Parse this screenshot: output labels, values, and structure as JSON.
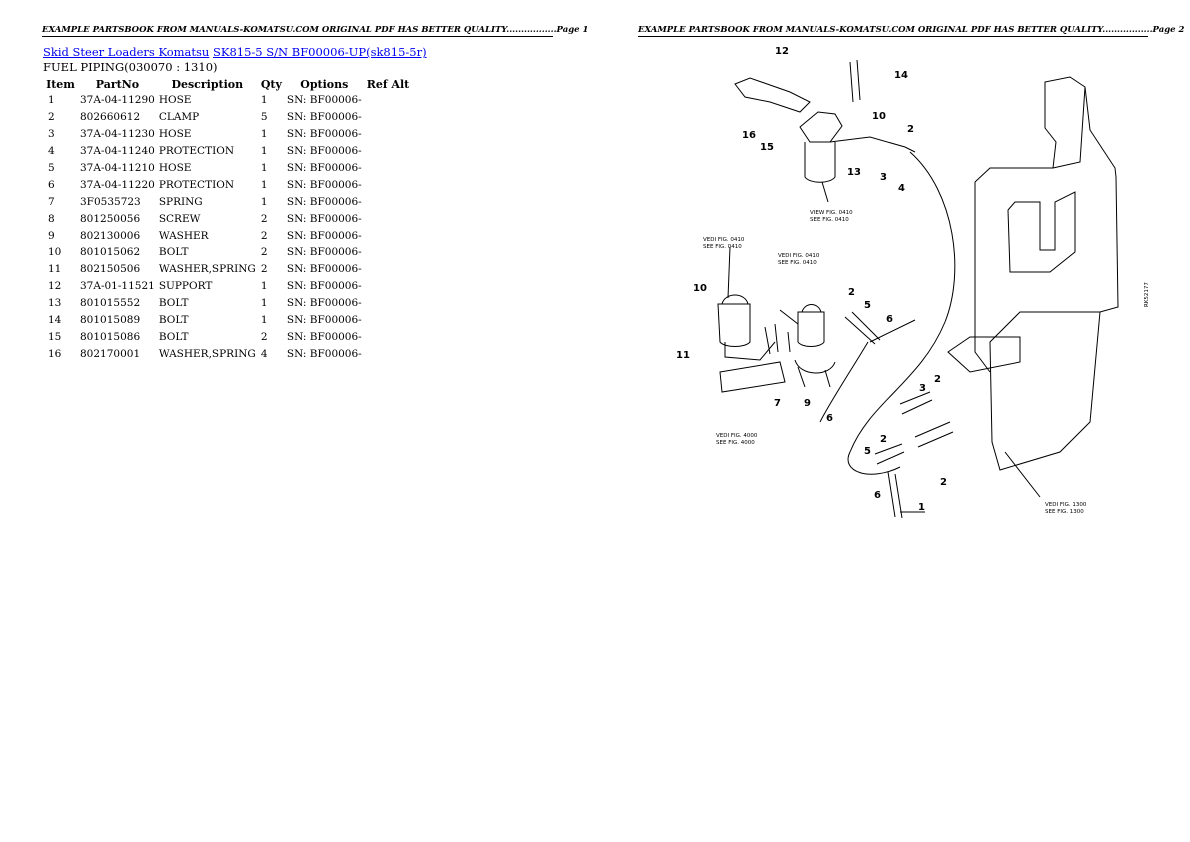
{
  "pages": {
    "page1_header": "EXAMPLE PARTSBOOK FROM MANUALS-KOMATSU.COM ORIGINAL PDF HAS BETTER QUALITY.................Page 1",
    "page2_header": "EXAMPLE PARTSBOOK FROM MANUALS-KOMATSU.COM ORIGINAL PDF HAS BETTER QUALITY.................Page 2"
  },
  "breadcrumb": {
    "link1": "Skid Steer Loaders Komatsu",
    "link2": "SK815-5 S/N BF00006-UP(sk815-5r)"
  },
  "section_title": "FUEL PIPING(030070 : 1310)",
  "table": {
    "headers": [
      "Item",
      "PartNo",
      "Description",
      "Qty",
      "Options",
      "Ref Alt"
    ],
    "rows": [
      {
        "item": "1",
        "part": "37A-04-11290",
        "desc": "HOSE",
        "qty": "1",
        "opt": "SN: BF00006-"
      },
      {
        "item": "2",
        "part": "802660612",
        "desc": "CLAMP",
        "qty": "5",
        "opt": "SN: BF00006-"
      },
      {
        "item": "3",
        "part": "37A-04-11230",
        "desc": "HOSE",
        "qty": "1",
        "opt": "SN: BF00006-"
      },
      {
        "item": "4",
        "part": "37A-04-11240",
        "desc": "PROTECTION",
        "qty": "1",
        "opt": "SN: BF00006-"
      },
      {
        "item": "5",
        "part": "37A-04-11210",
        "desc": "HOSE",
        "qty": "1",
        "opt": "SN: BF00006-"
      },
      {
        "item": "6",
        "part": "37A-04-11220",
        "desc": "PROTECTION",
        "qty": "1",
        "opt": "SN: BF00006-"
      },
      {
        "item": "7",
        "part": "3F0535723",
        "desc": "SPRING",
        "qty": "1",
        "opt": "SN: BF00006-"
      },
      {
        "item": "8",
        "part": "801250056",
        "desc": "SCREW",
        "qty": "2",
        "opt": "SN: BF00006-"
      },
      {
        "item": "9",
        "part": "802130006",
        "desc": "WASHER",
        "qty": "2",
        "opt": "SN: BF00006-"
      },
      {
        "item": "10",
        "part": "801015062",
        "desc": "BOLT",
        "qty": "2",
        "opt": "SN: BF00006-"
      },
      {
        "item": "11",
        "part": "802150506",
        "desc": "WASHER,SPRING",
        "qty": "2",
        "opt": "SN: BF00006-"
      },
      {
        "item": "12",
        "part": "37A-01-11521",
        "desc": "SUPPORT",
        "qty": "1",
        "opt": "SN: BF00006-"
      },
      {
        "item": "13",
        "part": "801015552",
        "desc": "BOLT",
        "qty": "1",
        "opt": "SN: BF00006-"
      },
      {
        "item": "14",
        "part": "801015089",
        "desc": "BOLT",
        "qty": "1",
        "opt": "SN: BF00006-"
      },
      {
        "item": "15",
        "part": "801015086",
        "desc": "BOLT",
        "qty": "2",
        "opt": "SN: BF00006-"
      },
      {
        "item": "16",
        "part": "802170001",
        "desc": "WASHER,SPRING",
        "qty": "4",
        "opt": "SN: BF00006-"
      }
    ]
  },
  "diagram": {
    "callouts": [
      "12",
      "14",
      "16",
      "15",
      "10",
      "2",
      "3",
      "4",
      "13",
      "10",
      "11",
      "2",
      "5",
      "6",
      "7",
      "9",
      "6",
      "3",
      "2",
      "2",
      "5",
      "2",
      "6",
      "1"
    ],
    "note_a1": "VIEW FIG. 0410",
    "note_a2": "SEE FIG. 0410",
    "note_b1": "VEDI FIG. 0410",
    "note_b2": "SEE FIG. 0410",
    "note_c1": "VEDI FIG. 0410",
    "note_c2": "SEE FIG. 0410",
    "note_d1": "VEDI FIG. 4000",
    "note_d2": "SEE FIG. 4000",
    "note_e1": "VEDI FIG. 1300",
    "note_e2": "SEE FIG. 1300",
    "drawing_code": "RK52177"
  }
}
